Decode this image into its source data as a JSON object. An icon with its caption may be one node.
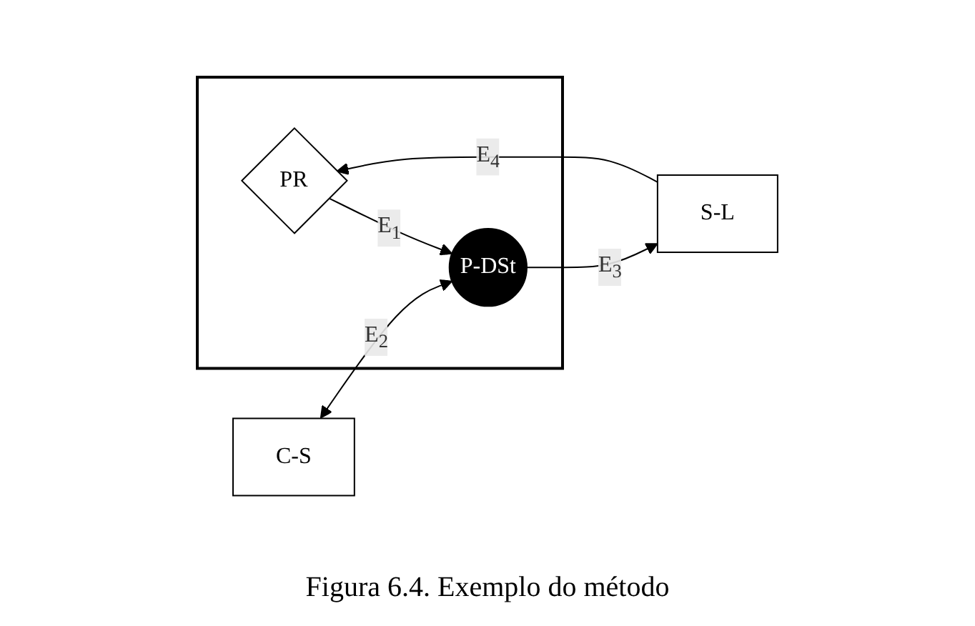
{
  "diagram": {
    "caption": "Figura 6.4. Exemplo do método",
    "nodes": [
      {
        "text": [],
        "shape": "box"
      },
      {
        "text": [
          "PR"
        ],
        "in": 0
      },
      {
        "text": [
          "P-DSt"
        ],
        "in": 0
      },
      {
        "text": [
          "S-L"
        ]
      },
      {
        "text": [
          "C-S"
        ]
      }
    ],
    "edges": [
      {
        "from": 1,
        "to": 2,
        "arrow": "to",
        "label": "E$_{1}$"
      },
      {
        "from": 4,
        "to": 2,
        "arrow": "both",
        "label": "E$_{2}$"
      },
      {
        "from": 2,
        "to": 3,
        "arrow": "to",
        "label": "E$_{3}$"
      },
      {
        "from": 3,
        "to": 1,
        "arrow": "to",
        "label": "E$_{4}$"
      }
    ]
  }
}
